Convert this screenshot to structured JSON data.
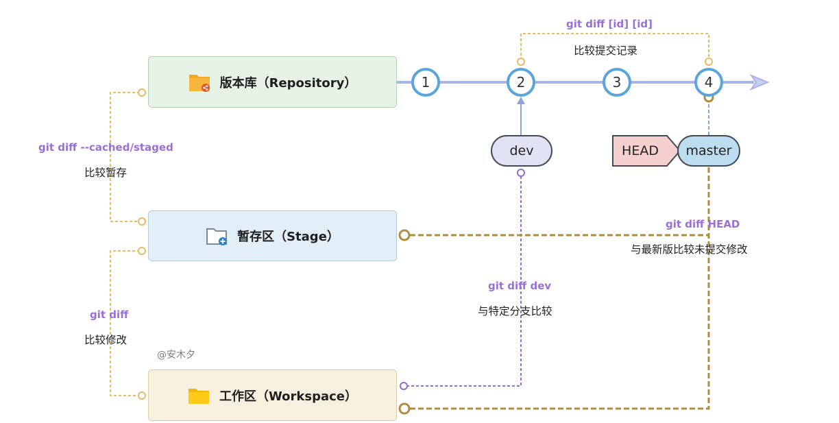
{
  "boxes": {
    "repository": {
      "label": "版本库（Repository）",
      "icon": "folder-share-icon"
    },
    "stage": {
      "label": "暂存区（Stage）",
      "icon": "folder-add-icon"
    },
    "workspace": {
      "label": "工作区（Workspace）",
      "icon": "folder-icon"
    }
  },
  "commits": [
    "1",
    "2",
    "3",
    "4"
  ],
  "branches": {
    "dev": "dev",
    "master": "master",
    "head": "HEAD"
  },
  "annotations": {
    "compare_commits": {
      "cmd": "git diff [id] [id]",
      "desc": "比较提交记录"
    },
    "cached": {
      "cmd": "git diff --cached/staged",
      "desc": "比较暂存"
    },
    "plain": {
      "cmd": "git diff",
      "desc": "比较修改"
    },
    "dev": {
      "cmd": "git diff dev",
      "desc": "与特定分支比较"
    },
    "head": {
      "cmd": "git diff HEAD",
      "desc": "与最新版比较未提交修改"
    }
  },
  "watermark": "@安木夕",
  "colors": {
    "timeline": "#a9b5e4",
    "commit_ring": "#5aa6dc",
    "orange_dash": "#e4bc62",
    "gold_dash": "#b08d3e",
    "purple_dash": "#8c70c8",
    "command_text": "#9a6fd6"
  }
}
